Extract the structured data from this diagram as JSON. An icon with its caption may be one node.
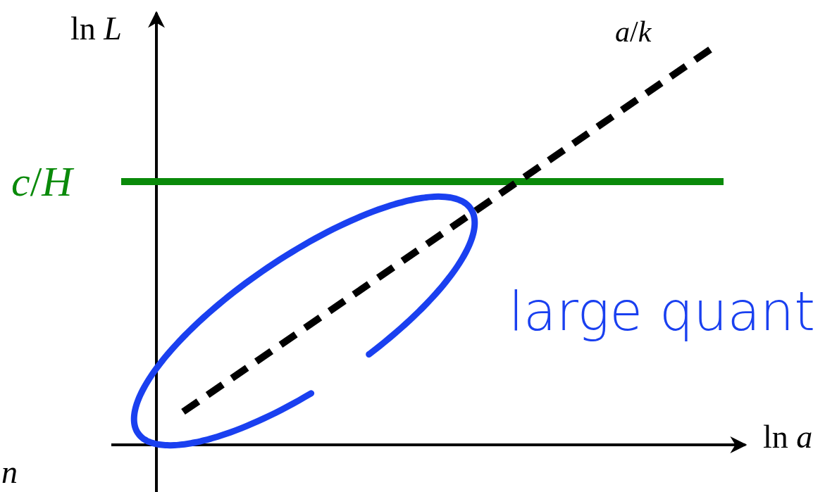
{
  "diagram": {
    "labels": [
      "ln *L*",
      "*a*/*k*",
      "*c*/*H*",
      "large quant",
      "ln *a*",
      "*n*"
    ]
  }
}
